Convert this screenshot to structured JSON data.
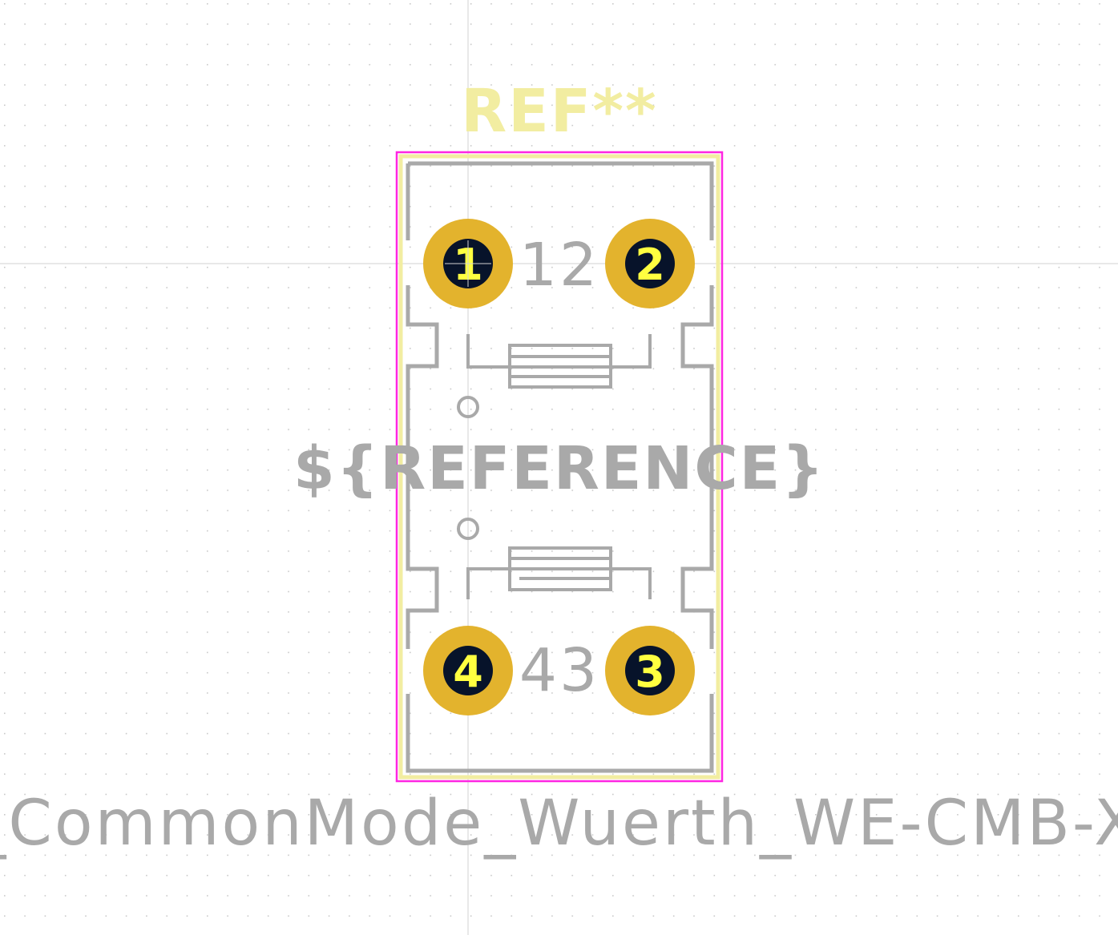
{
  "footprint": {
    "ref_text": "REF**",
    "fab_ref_text": "${REFERENCE}",
    "value_text": "L_CommonMode_Wuerth_WE-CMB-XS",
    "pin_pair_top": "12",
    "pin_pair_bottom": "43",
    "pads": [
      {
        "number": "1"
      },
      {
        "number": "2"
      },
      {
        "number": "3"
      },
      {
        "number": "4"
      }
    ]
  },
  "colors": {
    "background": "#ffffff",
    "grid_dot": "#c8c8c8",
    "crosshair": "#d2d2d2",
    "silkscreen": "#f2eda1",
    "fab": "#a9a9a9",
    "courtyard": "#ff26e2",
    "pad_copper": "#e3b32d",
    "pad_hole": "#07132a",
    "pad_number": "#ffff40"
  },
  "icons": {
    "crosshair": "crosshair-icon",
    "pin1_marker": "pin1-marker-icon"
  }
}
